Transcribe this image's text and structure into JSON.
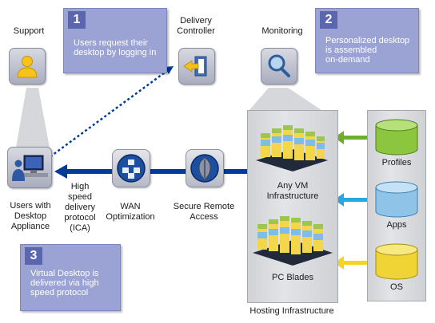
{
  "labels": {
    "support": "Support",
    "delivery_controller": "Delivery\nController",
    "monitoring": "Monitoring",
    "users": "Users with\nDesktop\nAppliance",
    "ica": "High\nspeed\ndelivery\nprotocol\n(ICA)",
    "wan": "WAN\nOptimization",
    "secure": "Secure Remote\nAccess",
    "any_vm": "Any VM\nInfrastructure",
    "pc_blades": "PC Blades",
    "hosting": "Hosting Infrastructure",
    "profiles": "Profiles",
    "apps": "Apps",
    "os": "OS"
  },
  "callouts": [
    {
      "num": "1",
      "text": "Users request their\ndesktop by logging in"
    },
    {
      "num": "2",
      "text": "Personalized desktop\nis assembled\non-demand"
    },
    {
      "num": "3",
      "text": "Virtual Desktop is\ndelivered via high\nspeed protocol"
    }
  ],
  "colors": {
    "flow_blue": "#003a9a",
    "profiles_arrow": "#6fae2a",
    "apps_arrow": "#29a8e0",
    "os_arrow": "#f5d323",
    "callout_fill": "#9aa3d4"
  },
  "icons": [
    "person-icon",
    "arrow-into-door-icon",
    "magnifier-icon",
    "computer-user-icon",
    "network-cubes-icon",
    "shield-icon",
    "server-rack-icon",
    "database-cylinder-icon"
  ]
}
